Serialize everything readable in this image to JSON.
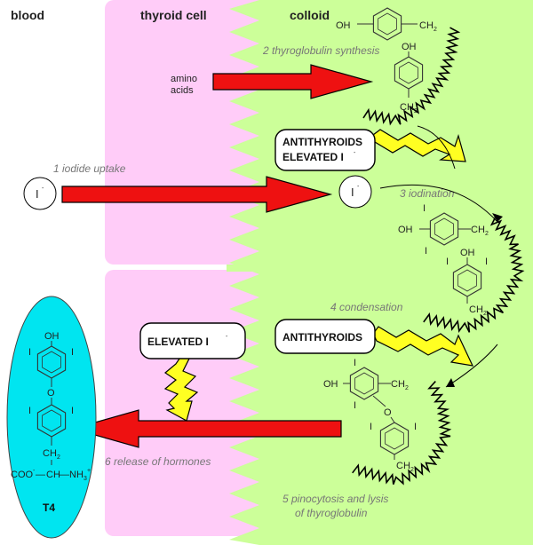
{
  "headers": {
    "blood": "blood",
    "thyroid_cell": "thyroid cell",
    "colloid": "colloid"
  },
  "steps": {
    "s1": "1 iodide uptake",
    "s2": "2 thyroglobulin synthesis",
    "s3": "3 iodination",
    "s4": "4 condensation",
    "s5_line1": "5 pinocytosis and lysis",
    "s5_line2": "of thyroglobulin",
    "s6": "6 release of hormones"
  },
  "inputs": {
    "amino_line1": "amino",
    "amino_line2": "acids"
  },
  "iodide": {
    "symbol": "I",
    "charge": "-"
  },
  "boxes": {
    "antithyroids_elevated_line1": "ANTITHYROIDS",
    "antithyroids_elevated_line2": "ELEVATED I",
    "antithyroids_elevated_charge": "-",
    "antithyroids": "ANTITHYROIDS",
    "elevated": "ELEVATED I",
    "elevated_charge": "-"
  },
  "chemistry": {
    "oh": "OH",
    "ch2": "CH",
    "sub2": "2",
    "i": "I",
    "o": "O",
    "coo": "COO",
    "coo_charge": "-",
    "ch": "CH",
    "nh3": "NH",
    "sub3": "3",
    "nh3_charge": "+",
    "dash": "—"
  },
  "product": {
    "label": "T4"
  },
  "colors": {
    "cell": "#ffccf8",
    "colloid": "#ccff99",
    "t4_oval": "#00e5f0",
    "arrow_red": "#ee1111",
    "bolt_yellow": "#ffff22"
  }
}
